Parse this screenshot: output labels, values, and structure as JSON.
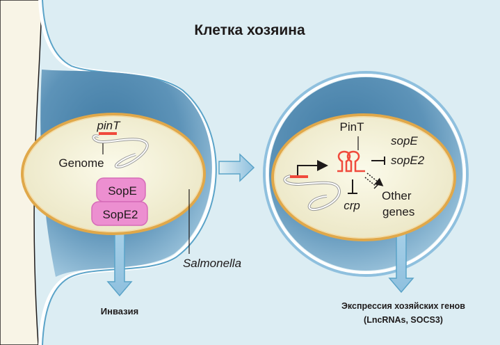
{
  "title": "Клетка хозяина",
  "left_panel": {
    "gene_label": "pinT",
    "genome_label": "Genome",
    "proteins": [
      "SopE",
      "SopE2"
    ],
    "bacterium_label": "Salmonella",
    "outcome_label": "Инвазия"
  },
  "right_panel": {
    "rna_label": "PinT",
    "repressed_targets": [
      "sopE",
      "sopE2"
    ],
    "crp_label": "crp",
    "other_label_line1": "Other",
    "other_label_line2": "genes",
    "outcome_line1": "Экспрессия хозяйских генов",
    "outcome_line2": "(LncRNAs, SOCS3)"
  },
  "colors": {
    "background": "#dcedf3",
    "vacuole": "#5a8fb3",
    "bacterium_fill": "#f6f3dc",
    "bacterium_border": "#e0a84a",
    "pinT_red": "#f04a3c",
    "protein_pink": "#ec8fd0"
  }
}
